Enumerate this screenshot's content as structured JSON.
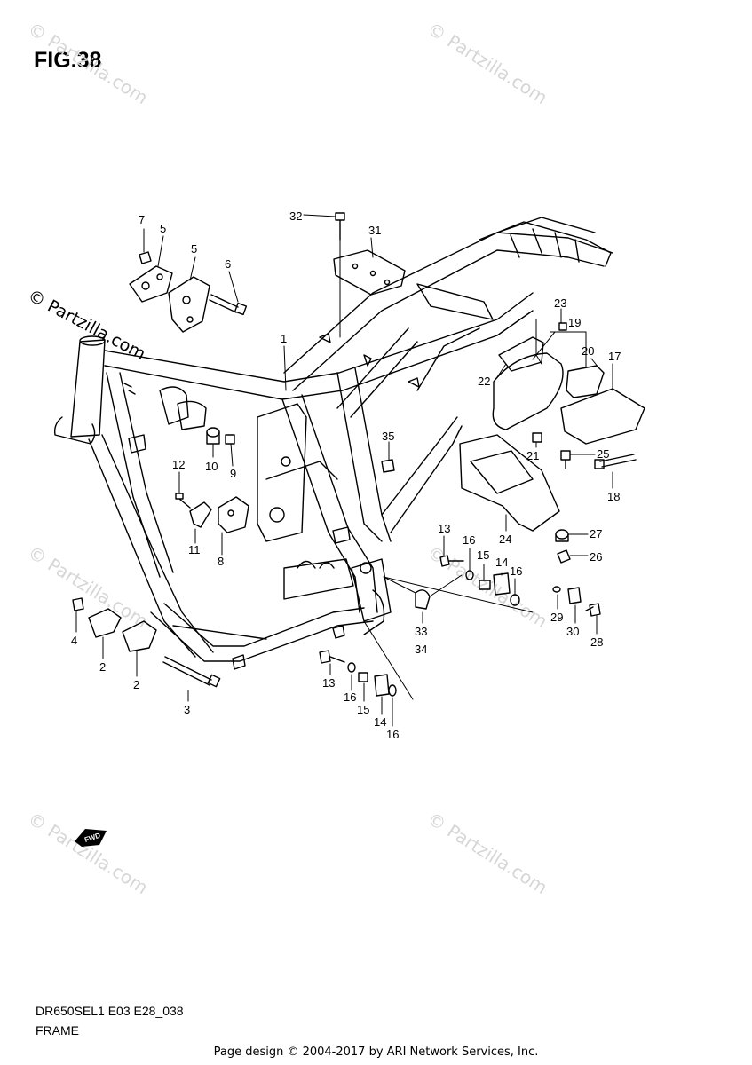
{
  "figure": {
    "title": "FIG.38",
    "model_code": "DR650SEL1 E03 E28_038",
    "name": "FRAME"
  },
  "footer": "Page design © 2004-2017 by ARI Network Services, Inc.",
  "watermark": "© Partzilla.com",
  "fwd_label": "FWD",
  "callouts": [
    {
      "id": "c1",
      "text": "1"
    },
    {
      "id": "c2a",
      "text": "2"
    },
    {
      "id": "c2b",
      "text": "2"
    },
    {
      "id": "c3",
      "text": "3"
    },
    {
      "id": "c4",
      "text": "4"
    },
    {
      "id": "c5a",
      "text": "5"
    },
    {
      "id": "c5b",
      "text": "5"
    },
    {
      "id": "c6",
      "text": "6"
    },
    {
      "id": "c7",
      "text": "7"
    },
    {
      "id": "c8",
      "text": "8"
    },
    {
      "id": "c9",
      "text": "9"
    },
    {
      "id": "c10",
      "text": "10"
    },
    {
      "id": "c11",
      "text": "11"
    },
    {
      "id": "c12",
      "text": "12"
    },
    {
      "id": "c13a",
      "text": "13"
    },
    {
      "id": "c13b",
      "text": "13"
    },
    {
      "id": "c14a",
      "text": "14"
    },
    {
      "id": "c14b",
      "text": "14"
    },
    {
      "id": "c15a",
      "text": "15"
    },
    {
      "id": "c15b",
      "text": "15"
    },
    {
      "id": "c16a",
      "text": "16"
    },
    {
      "id": "c16b",
      "text": "16"
    },
    {
      "id": "c16c",
      "text": "16"
    },
    {
      "id": "c16d",
      "text": "16"
    },
    {
      "id": "c17",
      "text": "17"
    },
    {
      "id": "c18",
      "text": "18"
    },
    {
      "id": "c19",
      "text": "19"
    },
    {
      "id": "c20",
      "text": "20"
    },
    {
      "id": "c21",
      "text": "21"
    },
    {
      "id": "c22",
      "text": "22"
    },
    {
      "id": "c23",
      "text": "23"
    },
    {
      "id": "c24",
      "text": "24"
    },
    {
      "id": "c25",
      "text": "25"
    },
    {
      "id": "c26",
      "text": "26"
    },
    {
      "id": "c27",
      "text": "27"
    },
    {
      "id": "c28",
      "text": "28"
    },
    {
      "id": "c29",
      "text": "29"
    },
    {
      "id": "c30",
      "text": "30"
    },
    {
      "id": "c31",
      "text": "31"
    },
    {
      "id": "c32",
      "text": "32"
    },
    {
      "id": "c33",
      "text": "33"
    },
    {
      "id": "c34",
      "text": "34"
    },
    {
      "id": "c35",
      "text": "35"
    }
  ]
}
